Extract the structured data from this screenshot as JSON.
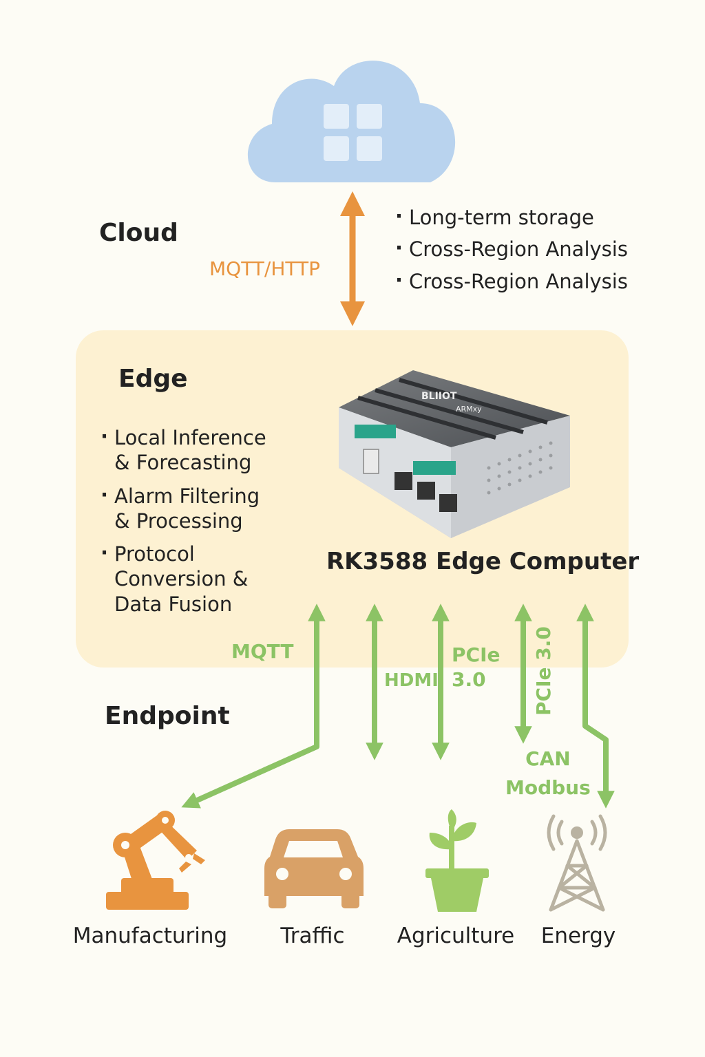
{
  "cloud": {
    "title": "Cloud",
    "link_label": "MQTT/HTTP",
    "bullets": [
      "Long-term storage",
      "Cross-Region Analysis",
      "Cross-Region Analysis"
    ]
  },
  "edge": {
    "title": "Edge",
    "bullets": [
      "Local Inference\n& Forecasting",
      "Alarm Filtering\n& Processing",
      "Protocol\nConversion &\nData Fusion"
    ],
    "device_name": "RK3588 Edge Computer",
    "device_brand": "BLIIOT",
    "device_model": "ARMxy"
  },
  "endpoint": {
    "title": "Endpoint",
    "links": {
      "mqtt": "MQTT",
      "hdmi": "HDMI",
      "pcie_a": "PCIe\n3.0",
      "pcie_b": "PCIe 3.0",
      "can_modbus": "CAN\nModbus"
    },
    "categories": [
      "Manufacturing",
      "Traffic",
      "Agriculture",
      "Energy"
    ]
  },
  "colors": {
    "cloud": "#b9d3ee",
    "cloud_link": "#e8943f",
    "endpoint_link": "#8cc365",
    "edge_panel": "#fdf1d2",
    "manufacturing": "#e8943f",
    "traffic": "#d9a167",
    "agriculture": "#9fcc66",
    "energy": "#b9b2a1"
  },
  "icons": [
    "cloud-icon",
    "robot-arm-icon",
    "car-icon",
    "plant-pot-icon",
    "radio-tower-icon"
  ]
}
